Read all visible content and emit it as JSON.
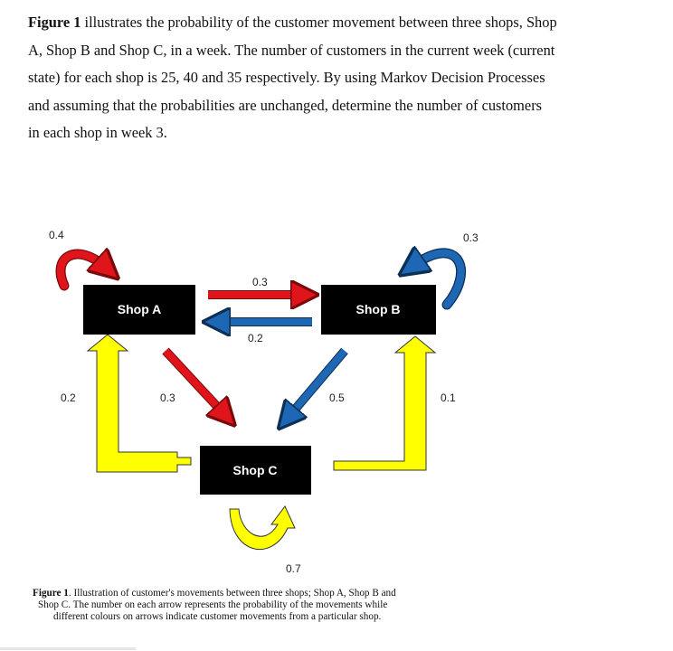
{
  "question": {
    "lead": "Figure 1",
    "lines": [
      " illustrates the probability of the customer movement between three shops, Shop",
      "A, Shop B and Shop C, in a week. The number of customers in the current week (current",
      "state) for each shop is 25, 40 and 35 respectively. By using Markov Decision Processes",
      "and assuming that the probabilities are unchanged, determine the number of customers",
      "in each shop in week 3."
    ]
  },
  "diagram": {
    "shops": {
      "a": "Shop A",
      "b": "Shop B",
      "c": "Shop C"
    },
    "probabilities": {
      "a_to_a": "0.4",
      "a_to_b": "0.3",
      "b_to_a": "0.2",
      "b_to_b": "0.3",
      "c_to_a": "0.2",
      "a_to_c": "0.3",
      "b_to_c": "0.5",
      "c_to_b": "0.1",
      "c_to_c": "0.7"
    },
    "colors": {
      "shop_a_arrows": "#e0141b",
      "shop_b_arrows": "#1d67b5",
      "shop_c_arrows": "#ffff00",
      "box": "#000000"
    }
  },
  "caption": {
    "lead": "Figure 1",
    "lines": [
      ". Illustration of customer's movements between three shops; Shop A, Shop B and",
      "Shop C. The number on each arrow represents the probability of the movements while",
      "different colours on arrows indicate customer movements from a particular shop."
    ]
  }
}
